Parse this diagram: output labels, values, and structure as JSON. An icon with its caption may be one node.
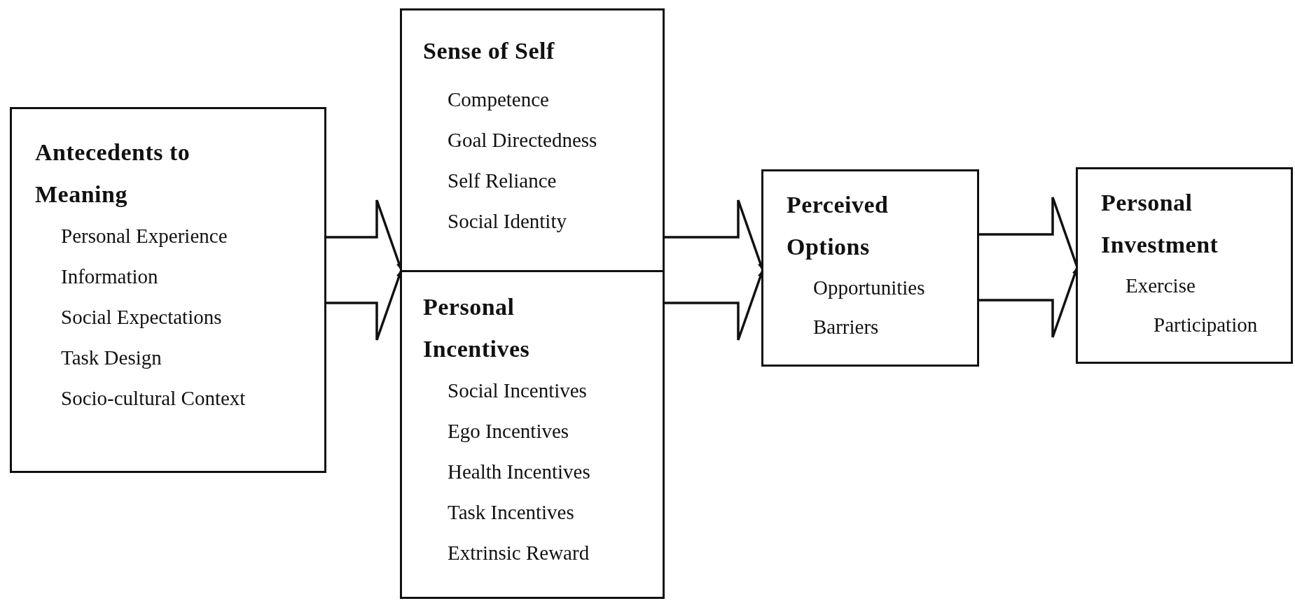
{
  "diagram": {
    "nodes": [
      {
        "text": [
          "Antecedents to Meaning",
          "Personal Experience",
          "Information",
          "Social Expectations",
          "Task Design",
          "Socio-cultural Context"
        ]
      },
      {
        "text": [
          "Sense of Self",
          "Competence",
          "Goal Directedness",
          "Self Reliance",
          "Social Identity"
        ]
      },
      {
        "text": [
          "Personal Incentives",
          "Social Incentives",
          "Ego Incentives",
          "Health Incentives",
          "Task Incentives",
          "Extrinsic Reward"
        ]
      },
      {
        "text": [
          "Perceived Options",
          "Opportunities",
          "Barriers"
        ]
      },
      {
        "text": [
          "Personal Investment",
          "Exercise Participation"
        ]
      }
    ],
    "edges": [
      {
        "from": 0,
        "to": 1,
        "arrow": "to"
      },
      {
        "from": 0,
        "to": 2,
        "arrow": "to"
      },
      {
        "from": 1,
        "to": 3,
        "arrow": "to"
      },
      {
        "from": 2,
        "to": 3,
        "arrow": "to"
      },
      {
        "from": 3,
        "to": 4,
        "arrow": "to"
      }
    ]
  }
}
